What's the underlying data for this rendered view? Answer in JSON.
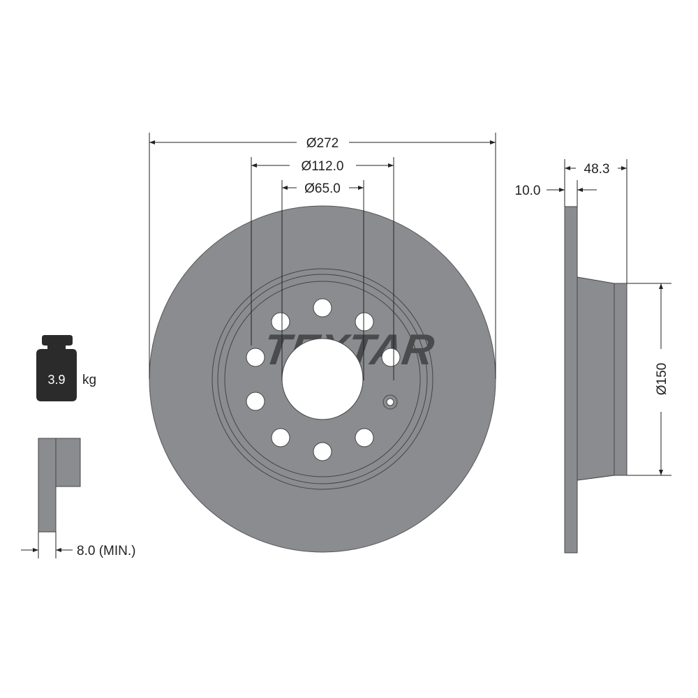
{
  "brand": "TEXTAR",
  "dimensions": {
    "outer_diameter": "Ø272",
    "bolt_circle": "Ø112.0",
    "center_bore": "Ø65.0",
    "height": "48.3",
    "thickness": "10.0",
    "hat_diameter": "Ø150",
    "min_thickness": "8.0 (MIN.)"
  },
  "weight": {
    "value": "3.9",
    "unit": "kg"
  },
  "colors": {
    "disc": "#8a8c8f",
    "weight_icon": "#2b2b2b",
    "logo": "#4a4b4d"
  }
}
